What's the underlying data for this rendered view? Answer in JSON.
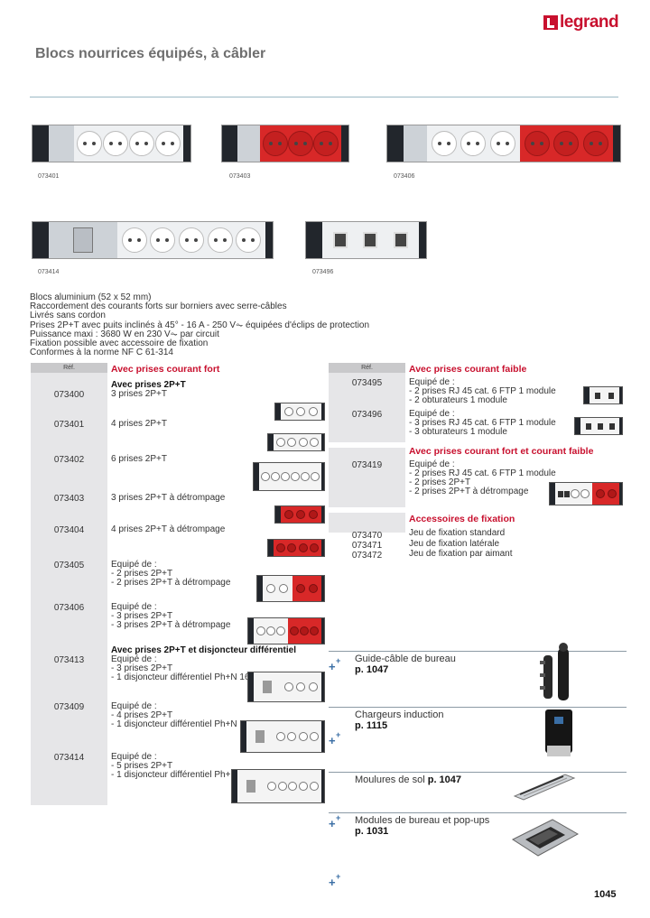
{
  "brand": "legrand",
  "title": "Blocs nourrices équipés, à câbler",
  "images": [
    {
      "code": "073401"
    },
    {
      "code": "073403"
    },
    {
      "code": "073406"
    },
    {
      "code": "073414"
    },
    {
      "code": "073496"
    }
  ],
  "description": [
    "Blocs aluminium (52 x 52 mm)",
    "Raccordement des courants forts sur borniers avec serre-câbles",
    "Livrés sans cordon",
    "Prises 2P+T avec puits inclinés à 45° - 16 A - 250 V⏦ équipées d'éclips de protection",
    "Puissance maxi : 3680 W en 230 V⏦ par circuit",
    "Fixation possible avec accessoire de fixation",
    "Conformes à la norme NF C 61-314"
  ],
  "left_table": {
    "ref_header": "Réf.",
    "section_title": "Avec prises courant fort",
    "sub_2pt": "Avec prises 2P+T",
    "sub_disj": "Avec prises 2P+T et disjoncteur différentiel",
    "rows": [
      {
        "ref": "073400",
        "lines": [
          "3 prises 2P+T"
        ]
      },
      {
        "ref": "073401",
        "lines": [
          "4 prises 2P+T"
        ]
      },
      {
        "ref": "073402",
        "lines": [
          "6 prises 2P+T"
        ]
      },
      {
        "ref": "073403",
        "lines": [
          "3 prises 2P+T à détrompage"
        ]
      },
      {
        "ref": "073404",
        "lines": [
          "4 prises 2P+T à détrompage"
        ]
      },
      {
        "ref": "073405",
        "lines": [
          "Equipé de :",
          "- 2 prises 2P+T",
          "- 2 prises 2P+T à détrompage"
        ]
      },
      {
        "ref": "073406",
        "lines": [
          "Equipé de :",
          "- 3 prises 2P+T",
          "- 3 prises 2P+T à détrompage"
        ]
      },
      {
        "ref": "073413",
        "lines": [
          "Equipé de :",
          "- 3 prises 2P+T",
          "- 1 disjoncteur différentiel Ph+N 16 A 30 mA"
        ]
      },
      {
        "ref": "073409",
        "lines": [
          "Equipé de :",
          "- 4 prises 2P+T",
          "- 1 disjoncteur différentiel Ph+N 16 A 30 mA"
        ]
      },
      {
        "ref": "073414",
        "lines": [
          "Equipé de :",
          "- 5 prises 2P+T",
          "- 1 disjoncteur différentiel Ph+N 16 A 30 mA"
        ]
      }
    ]
  },
  "right_table": {
    "ref_header": "Réf.",
    "section_faible": "Avec prises courant faible",
    "section_mixte": "Avec prises courant fort et courant faible",
    "section_fixation": "Accessoires de fixation",
    "faible_rows": [
      {
        "ref": "073495",
        "lines": [
          "Equipé de :",
          "- 2 prises RJ 45 cat. 6 FTP 1 module",
          "- 2 obturateurs 1 module"
        ]
      },
      {
        "ref": "073496",
        "lines": [
          "Equipé de :",
          "- 3 prises RJ 45 cat. 6 FTP 1 module",
          "- 3 obturateurs 1 module"
        ]
      }
    ],
    "mixte_row": {
      "ref": "073419",
      "lines": [
        "Equipé de :",
        "- 2 prises RJ 45 cat. 6 FTP 1 module",
        "- 2 prises 2P+T",
        "- 2 prises 2P+T à détrompage"
      ]
    },
    "fixation_rows": [
      {
        "ref": "073470",
        "label": "Jeu de fixation standard"
      },
      {
        "ref": "073471",
        "label": "Jeu de fixation latérale"
      },
      {
        "ref": "073472",
        "label": "Jeu de fixation par aimant"
      }
    ]
  },
  "cross_refs": [
    {
      "label": "Guide-câble de bureau",
      "page": "p. 1047"
    },
    {
      "label": "Chargeurs induction",
      "page": "p. 1115"
    },
    {
      "label": "Moulures de sol",
      "page": "p. 1047"
    },
    {
      "label": "Modules de bureau et pop-ups",
      "page": "p. 1031"
    }
  ],
  "page_number": "1045",
  "colors": {
    "brand_red": "#c8102e",
    "accent_blue": "#3a6ea5",
    "ref_column_grey": "#e6e6e8"
  }
}
